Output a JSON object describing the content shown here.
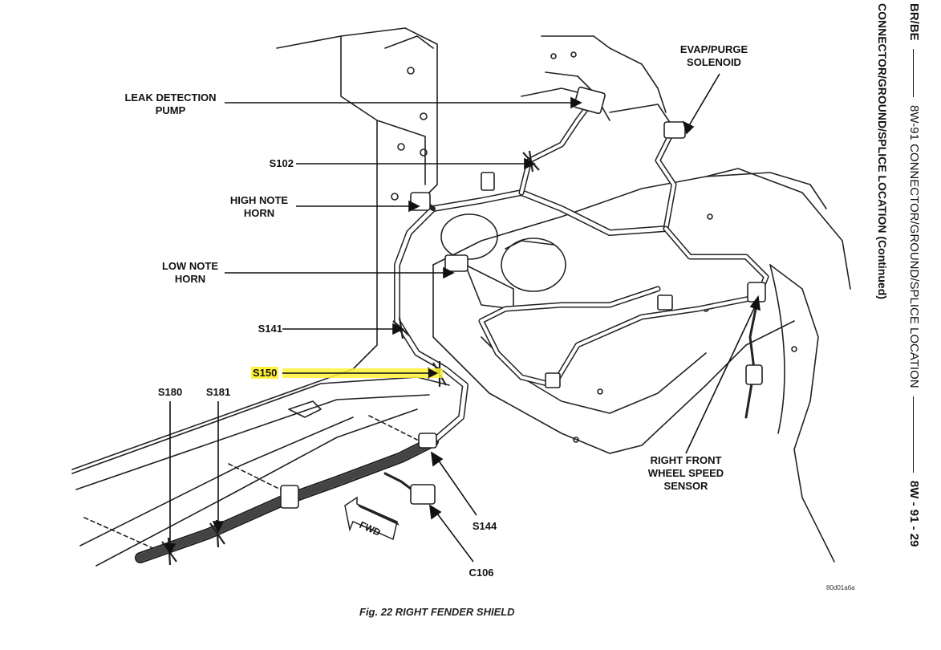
{
  "header": {
    "section_code": "BR/BE",
    "section_title": "8W-91 CONNECTOR/GROUND/SPLICE LOCATION",
    "page_number": "8W - 91 - 29",
    "subtitle": "CONNECTOR/GROUND/SPLICE LOCATION (Continued)"
  },
  "labels": {
    "leak_detection_pump_1": "LEAK DETECTION",
    "leak_detection_pump_2": "PUMP",
    "evap_purge_1": "EVAP/PURGE",
    "evap_purge_2": "SOLENOID",
    "s102": "S102",
    "high_note_horn_1": "HIGH NOTE",
    "high_note_horn_2": "HORN",
    "low_note_horn_1": "LOW NOTE",
    "low_note_horn_2": "HORN",
    "s141": "S141",
    "s150": "S150",
    "s180": "S180",
    "s181": "S181",
    "s144": "S144",
    "c106": "C106",
    "wheel_speed_1": "RIGHT FRONT",
    "wheel_speed_2": "WHEEL SPEED",
    "wheel_speed_3": "SENSOR",
    "fwd": "FWD"
  },
  "highlight_color": "#fff23a",
  "caption": "Fig. 22 RIGHT FENDER SHIELD",
  "image_code": "80d01a6a"
}
